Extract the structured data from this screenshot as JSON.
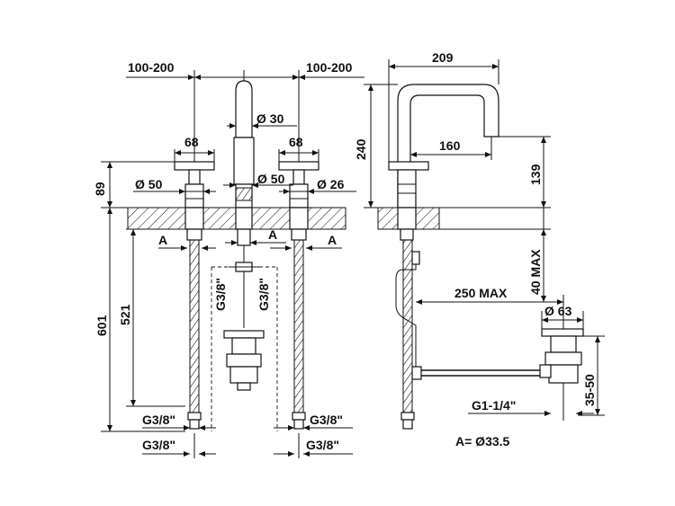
{
  "dims": {
    "left_spread": "100-200",
    "right_spread": "100-200",
    "spout_dia": "Ø 30",
    "handle_left_w": "68",
    "handle_right_w": "68",
    "height_above_deck": "89",
    "base_left_dia": "Ø 50",
    "base_spout_dia": "Ø 50",
    "base_right_dia": "Ø 26",
    "a_left": "A",
    "a_mid": "A",
    "a_right": "A",
    "total_height": "601",
    "below_deck_height": "521",
    "waste_left_conn": "G3/8\"",
    "waste_right_conn": "G3/8\"",
    "conn_left_upper": "G3/8\"",
    "conn_left_lower": "G3/8\"",
    "conn_right_upper": "G3/8\"",
    "conn_right_lower": "G3/8\"",
    "reach_total": "209",
    "spout_height": "240",
    "reach_spout": "160",
    "outlet_height": "139",
    "rod_max_height": "40 MAX",
    "rod_max_length": "250 MAX",
    "waste_dia": "Ø 63",
    "waste_range": "35-50",
    "waste_thread": "G1-1/4\"",
    "a_note": "A= Ø33.5"
  }
}
